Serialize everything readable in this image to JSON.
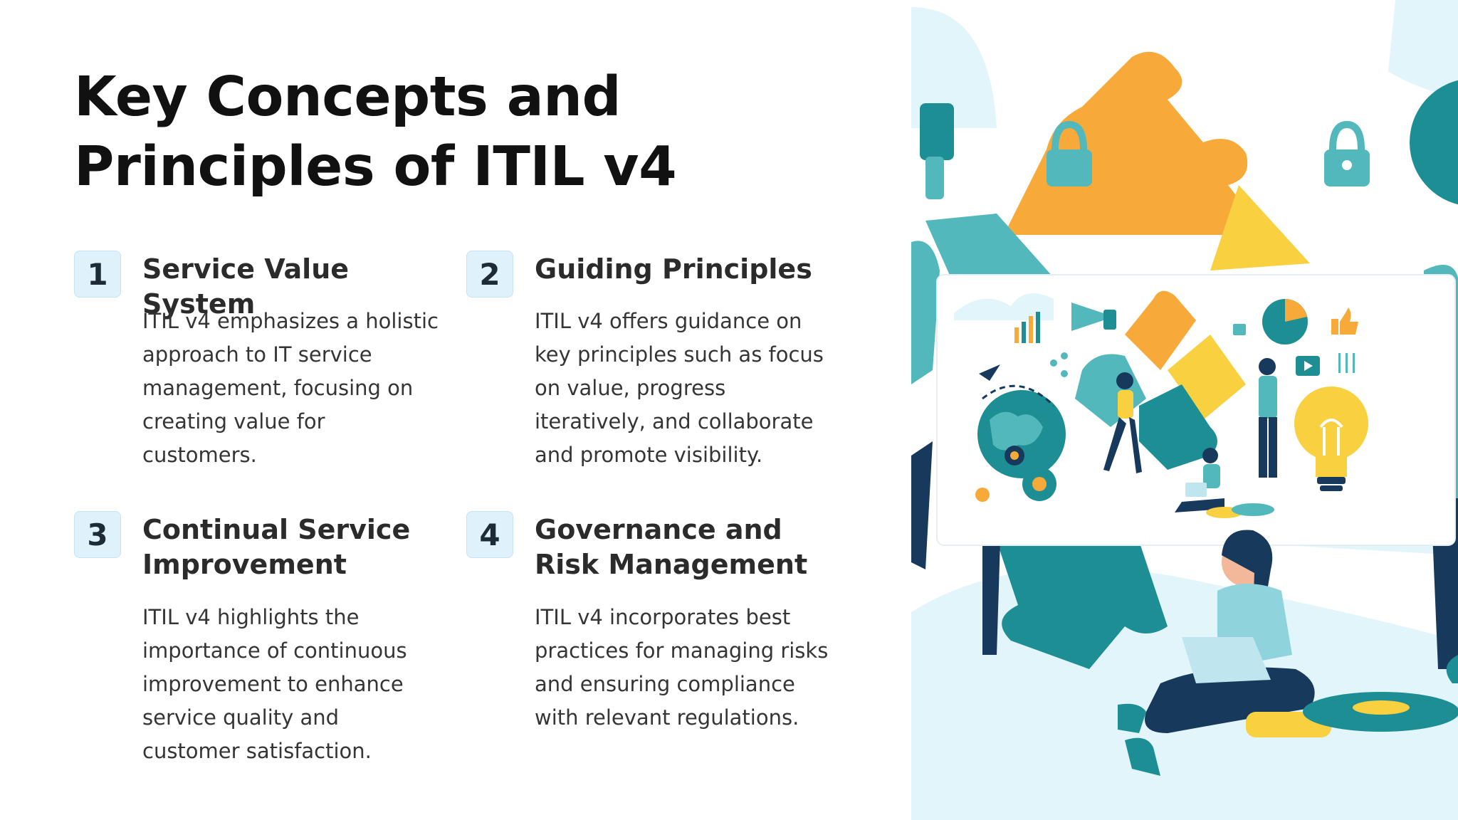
{
  "slide": {
    "title_line1": "Key Concepts and",
    "title_line2": "Principles of ITIL v4",
    "items": [
      {
        "number": "1",
        "heading": "Service Value System",
        "description": "ITIL v4 emphasizes a holistic approach to IT service management, focusing on creating value for customers."
      },
      {
        "number": "2",
        "heading": "Guiding Principles",
        "description": "ITIL v4 offers guidance on key principles such as focus on value, progress iteratively, and collaborate and promote visibility."
      },
      {
        "number": "3",
        "heading": "Continual Service Improvement",
        "description": "ITIL v4 highlights the importance of continuous improvement to enhance service quality and customer satisfaction."
      },
      {
        "number": "4",
        "heading": "Governance and Risk Management",
        "description": "ITIL v4 incorporates best practices for managing risks and ensuring compliance with relevant regulations."
      }
    ]
  },
  "illustration": {
    "subject": "teamwork-puzzle-illustration",
    "colors": {
      "teal": "#1d8f94",
      "light_teal": "#52b8bc",
      "orange": "#f7a93a",
      "yellow": "#f9d03f",
      "navy": "#173a5c",
      "pale_blue": "#e2f5fa"
    }
  }
}
